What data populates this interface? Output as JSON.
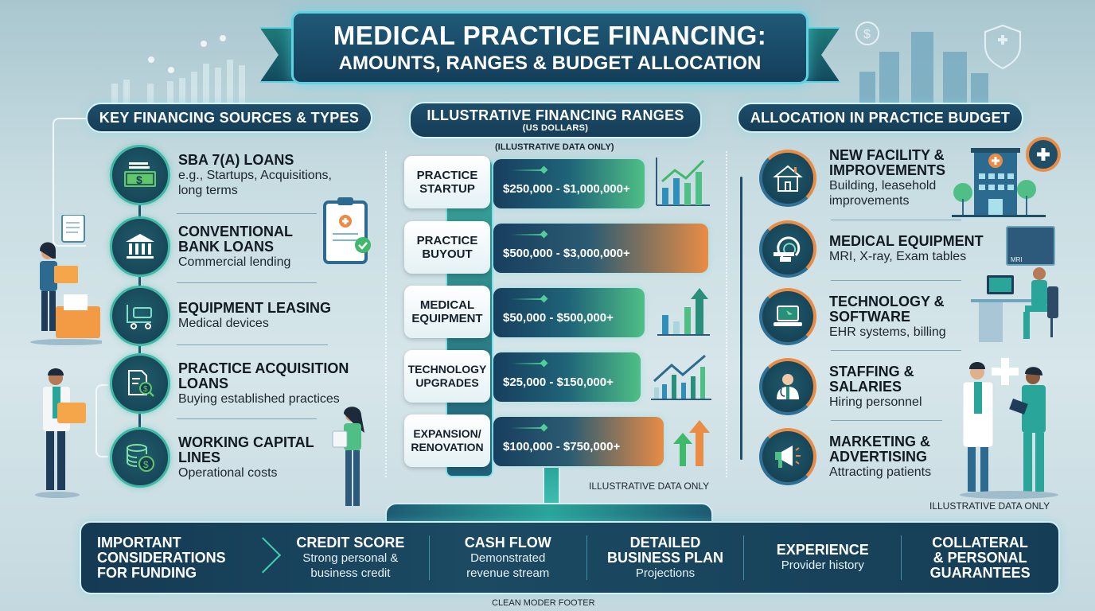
{
  "title": {
    "line1": "MEDICAL PRACTICE FINANCING:",
    "line2": "AMOUNTS, RANGES & BUDGET ALLOCATION"
  },
  "left_section": {
    "header": "KEY FINANCING SOURCES & TYPES",
    "items": [
      {
        "title": "SBA 7(A) LOANS",
        "desc": "e.g., Startups, Acquisitions, long terms",
        "icon": "money-icon"
      },
      {
        "title": "CONVENTIONAL BANK LOANS",
        "desc": "Commercial lending",
        "icon": "bank-icon"
      },
      {
        "title": "EQUIPMENT LEASING",
        "desc": "Medical devices",
        "icon": "cart-icon"
      },
      {
        "title": "PRACTICE ACQUISITION LOANS",
        "desc": "Buying established practices",
        "icon": "document-search-icon"
      },
      {
        "title": "WORKING CAPITAL LINES",
        "desc": "Operational costs",
        "icon": "coins-icon"
      }
    ]
  },
  "center_section": {
    "header": "ILLUSTRATIVE FINANCING RANGES",
    "header_sub": "(US DOLLARS)",
    "note_top": "(ILLUSTRATIVE DATA ONLY)",
    "note_bottom": "ILLUSTRATIVE DATA ONLY",
    "ranges": [
      {
        "label": "PRACTICE STARTUP",
        "range": "$250,000 - $1,000,000+",
        "color": "green"
      },
      {
        "label": "PRACTICE BUYOUT",
        "range": "$500,000 - $3,000,000+",
        "color": "orange"
      },
      {
        "label": "MEDICAL EQUIPMENT",
        "range": "$50,000 - $500,000+",
        "color": "green"
      },
      {
        "label": "TECHNOLOGY UPGRADES",
        "range": "$25,000 - $150,000+",
        "color": "green"
      },
      {
        "label": "EXPANSION/ RENOVATION",
        "range": "$100,000 - $750,000+",
        "color": "orange"
      }
    ]
  },
  "right_section": {
    "header": "ALLOCATION IN PRACTICE BUDGET",
    "note": "ILLUSTRATIVE DATA ONLY",
    "items": [
      {
        "title": "NEW FACILITY & IMPROVEMENTS",
        "desc": "Building, leasehold improvements",
        "icon": "house-icon"
      },
      {
        "title": "MEDICAL EQUIPMENT",
        "desc": "MRI, X-ray, Exam tables",
        "icon": "mri-scanner-icon"
      },
      {
        "title": "TECHNOLOGY & SOFTWARE",
        "desc": "EHR systems, billing",
        "icon": "laptop-icon"
      },
      {
        "title": "STAFFING & SALARIES",
        "desc": "Hiring personnel",
        "icon": "doctor-icon"
      },
      {
        "title": "MARKETING & ADVERTISING",
        "desc": "Attracting patients",
        "icon": "megaphone-icon"
      }
    ],
    "mri_label": "MRI"
  },
  "footer": {
    "lead": "IMPORTANT CONSIDERATIONS FOR FUNDING",
    "items": [
      {
        "title": "CREDIT SCORE",
        "desc": "Strong personal & business credit"
      },
      {
        "title": "CASH FLOW",
        "desc": "Demonstrated revenue stream"
      },
      {
        "title": "DETAILED BUSINESS PLAN",
        "desc": "Projections"
      },
      {
        "title": "EXPERIENCE",
        "desc": "Provider history"
      },
      {
        "title": "COLLATERAL & PERSONAL GUARANTEES",
        "desc": ""
      }
    ],
    "caption": "CLEAN MODER FOOTER"
  },
  "colors": {
    "navy": "#163d57",
    "teal": "#3fb9a3",
    "green": "#4fbf86",
    "orange": "#e98c45",
    "glow": "#5fd1e0"
  }
}
